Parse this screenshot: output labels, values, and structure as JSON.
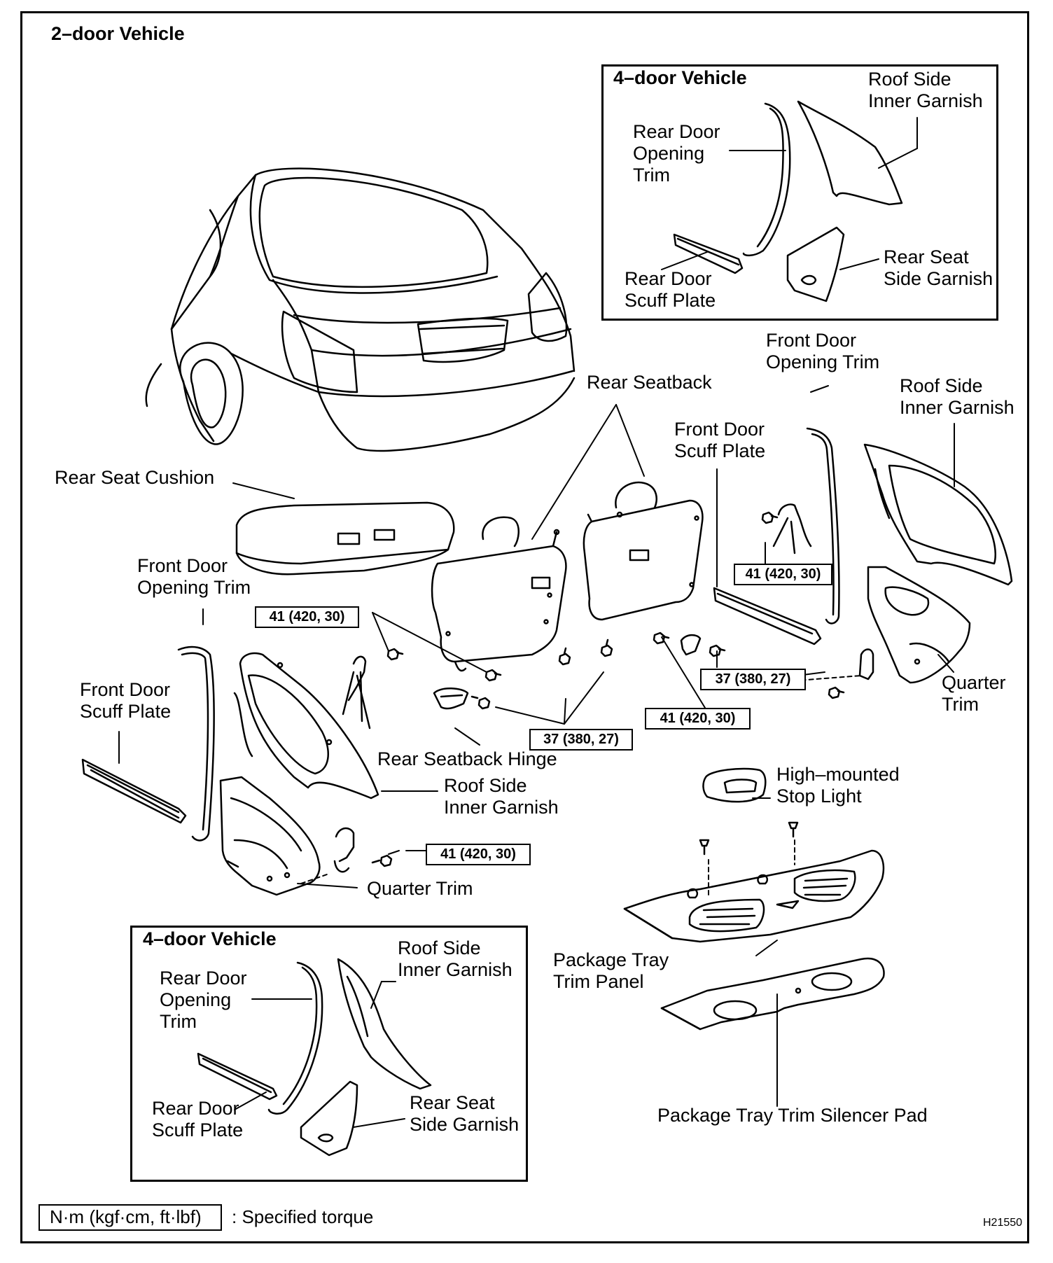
{
  "title": "2–door Vehicle",
  "inset_top": {
    "title": "4–door Vehicle",
    "labels": {
      "roof_side_inner_garnish": [
        "Roof Side",
        "Inner Garnish"
      ],
      "rear_door_opening_trim": [
        "Rear Door",
        "Opening",
        "Trim"
      ],
      "rear_door_scuff_plate": [
        "Rear Door",
        "Scuff Plate"
      ],
      "rear_seat_side_garnish": [
        "Rear Seat",
        "Side Garnish"
      ]
    }
  },
  "inset_bottom": {
    "title": "4–door Vehicle",
    "labels": {
      "roof_side_inner_garnish": [
        "Roof Side",
        "Inner Garnish"
      ],
      "rear_door_opening_trim": [
        "Rear Door",
        "Opening",
        "Trim"
      ],
      "rear_door_scuff_plate": [
        "Rear Door",
        "Scuff Plate"
      ],
      "rear_seat_side_garnish": [
        "Rear Seat",
        "Side Garnish"
      ]
    }
  },
  "labels": {
    "rear_seatback": "Rear Seatback",
    "front_door_opening_trim_right": [
      "Front Door",
      "Opening Trim"
    ],
    "roof_side_inner_garnish_right": [
      "Roof Side",
      "Inner Garnish"
    ],
    "front_door_scuff_plate_right": [
      "Front Door",
      "Scuff Plate"
    ],
    "rear_seat_cushion": "Rear Seat Cushion",
    "front_door_opening_trim_left": [
      "Front Door",
      "Opening Trim"
    ],
    "front_door_scuff_plate_left": [
      "Front Door",
      "Scuff Plate"
    ],
    "quarter_trim_right": [
      "Quarter",
      "Trim"
    ],
    "rear_seatback_hinge": "Rear Seatback Hinge",
    "roof_side_inner_garnish_left": [
      "Roof Side",
      "Inner Garnish"
    ],
    "high_mounted_stop_light": [
      "High–mounted",
      "Stop Light"
    ],
    "quarter_trim_left": "Quarter Trim",
    "package_tray_trim_panel": [
      "Package Tray",
      "Trim Panel"
    ],
    "package_tray_trim_silencer_pad": "Package Tray Trim Silencer Pad"
  },
  "torques": {
    "t1": "41 (420, 30)",
    "t2": "41 (420, 30)",
    "t3": "37 (380, 27)",
    "t4": "41 (420, 30)",
    "t5": "37 (380, 27)",
    "t6": "41 (420, 30)"
  },
  "legend": {
    "unit": "N·m (kgf·cm, ft·lbf)",
    "description": ": Specified torque"
  },
  "figure_code": "H21550"
}
